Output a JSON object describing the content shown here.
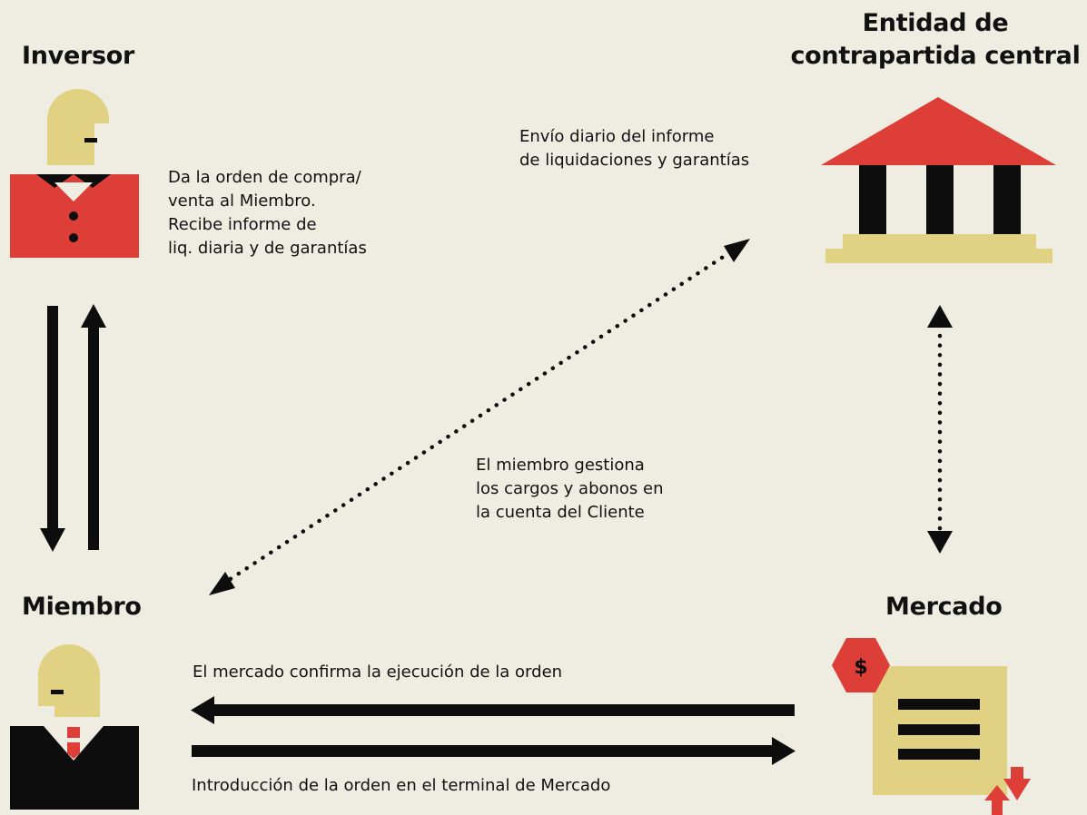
{
  "nodes": {
    "inversor": {
      "title": "Inversor"
    },
    "entidad": {
      "title_lines": [
        "Entidad de",
        "contrapartida central"
      ]
    },
    "miembro": {
      "title": "Miembro"
    },
    "mercado": {
      "title": "Mercado",
      "badge_symbol": "$"
    }
  },
  "notes": {
    "inversor_lines": [
      "Da la orden de compra/",
      "venta al Miembro.",
      "Recibe informe de",
      "liq. diaria y de garantías"
    ],
    "entidad_lines": [
      "Envío diario del informe",
      "de liquidaciones y garantías"
    ],
    "miembro_lines": [
      "El miembro gestiona",
      "los cargos y abonos en",
      "la cuenta del Cliente"
    ],
    "confirm": "El mercado confirma la ejecución de la orden",
    "intro": "Introducción de la orden en el terminal de Mercado"
  },
  "colors": {
    "background": "#efede2",
    "red": "#dd3e38",
    "sand": "#e0d183",
    "black": "#0d0d0d"
  }
}
